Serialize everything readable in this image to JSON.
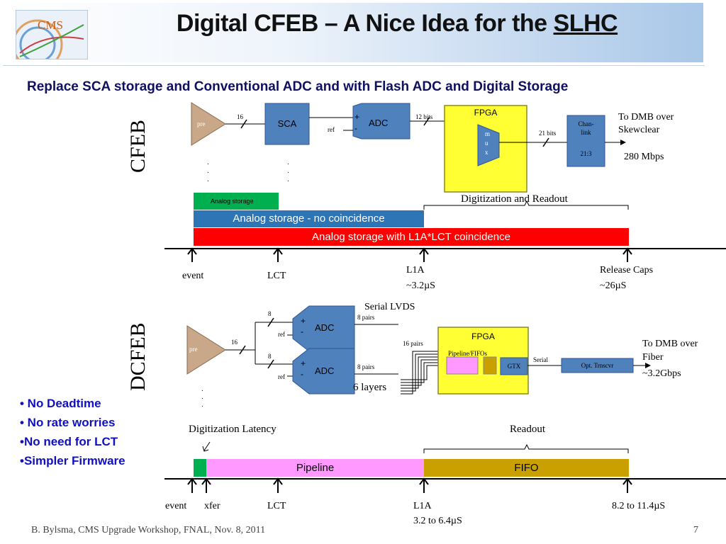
{
  "header": {
    "title_prefix": "Digital CFEB – A Nice Idea for the ",
    "title_underlined": "SLHC",
    "logo_text": "CMS"
  },
  "subtitle": "Replace SCA storage and Conventional ADC and with Flash ADC and Digital Storage",
  "cfeb": {
    "section_label": "CFEB",
    "pre": "pre",
    "sca": "SCA",
    "adc": "ADC",
    "plus": "+",
    "minus": "-",
    "ref": "ref",
    "bits16": "16",
    "bits12": "12 bits",
    "bits21": "21 bits",
    "fpga": "FPGA",
    "mux": [
      "m",
      "u",
      "x"
    ],
    "chanlink_line1": "Chan-",
    "chanlink_line2": "link",
    "chanlink_ratio": "21:3",
    "dmb_line1": "To DMB over",
    "dmb_line2": "Skewclear",
    "rate": "280 Mbps",
    "digitization_readout": "Digitization and Readout",
    "bar_green": "Analog storage",
    "bar_blue": "Analog storage  - no coincidence",
    "bar_red": "Analog storage with L1A*LCT coincidence",
    "t_event": "event",
    "t_lct": "LCT",
    "t_l1a": "L1A",
    "t_l1a_val": "~3.2µS",
    "t_release": "Release Caps",
    "t_release_val": "~26µS"
  },
  "dcfeb": {
    "section_label": "DCFEB",
    "pre": "pre",
    "adc": "ADC",
    "plus": "+",
    "minus": "-",
    "ref": "ref",
    "bits8": "8",
    "bits16": "16",
    "pairs8": "8 pairs",
    "pairs16": "16 pairs",
    "serial_lvds": "Serial LVDS",
    "six_layers": "6 layers",
    "fpga": "FPGA",
    "pipeline_fifos": "Pipeline/FIFOs",
    "gtx": "GTX",
    "serial": "Serial",
    "opt": "Opt. Trnscvr",
    "dmb_line1": "To DMB over",
    "dmb_line2": "Fiber",
    "rate": "~3.2Gbps",
    "digitization_latency": "Digitization Latency",
    "readout": "Readout",
    "bar_pipeline": "Pipeline",
    "bar_fifo": "FIFO",
    "t_event": "event",
    "t_xfer": "xfer",
    "t_lct": "LCT",
    "t_l1a": "L1A",
    "t_l1a_val": "3.2 to 6.4µS",
    "t_end": "8.2 to 11.4µS"
  },
  "bullets": [
    "• No Deadtime",
    "• No rate worries",
    "•No need for LCT",
    "•Simpler Firmware"
  ],
  "footer": "B. Bylsma, CMS Upgrade Workshop, FNAL, Nov. 8, 2011",
  "page_number": "7",
  "colors": {
    "blue_box": "#4f81bd",
    "yellow_fpga": "#ffff33",
    "green": "#00b050",
    "red": "#ff0000",
    "pink": "#ff99ff",
    "gold": "#c9a000",
    "bullet_blue": "#1010c0"
  }
}
